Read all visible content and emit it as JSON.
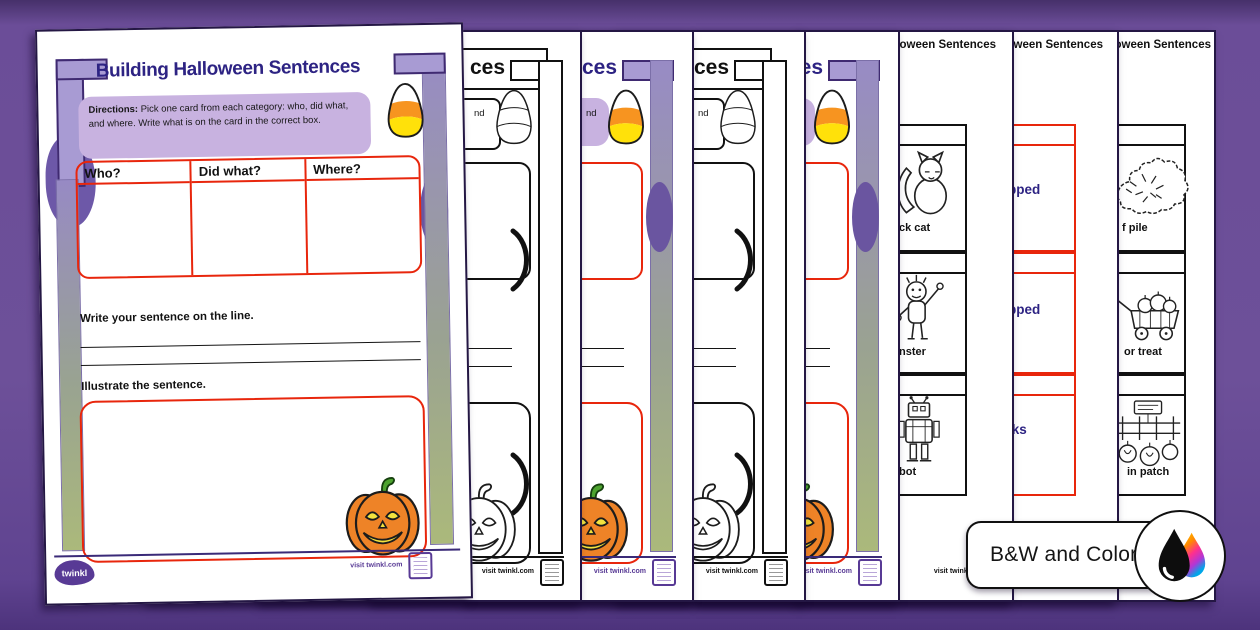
{
  "badge": {
    "label": "B&W and Color"
  },
  "front_page": {
    "title": "Building Halloween Sentences",
    "directions_label": "Directions:",
    "directions_text": " Pick one card from each category: who, did what, and where. Write what is on the card in the correct box.",
    "table_headers": [
      "Who?",
      "Did what?",
      "Where?"
    ],
    "write_prompt": "Write your sentence on the line.",
    "illustrate_prompt": "Illustrate the sentence.",
    "logo_text": "twinkl",
    "visit_text": "visit twinkl.com"
  },
  "stack_pages": {
    "title_fragment": "ces",
    "directions_fragment": "nd",
    "visit_text": "visit twinkl.com"
  },
  "card_pages": {
    "header_fragment": "lloween Sentences",
    "who_labels": [
      "ck cat",
      "nster",
      "bot"
    ],
    "did_header_fragment": "?",
    "did_words": [
      "pped",
      "pped",
      "lks"
    ],
    "where_labels": [
      "f pile",
      "or treat",
      "in patch"
    ],
    "visit_text": "visit twinkl.com"
  },
  "icons": {
    "candy_corn": "candy-corn-icon",
    "pumpkin": "jack-o-lantern-icon",
    "ink_droplets": "ink-droplets-icon",
    "twinkl_logo": "twinkl-cloud-logo"
  },
  "colors": {
    "background_purple": "#6b4d98",
    "title_indigo": "#2d2383",
    "accent_red": "#e8260c",
    "directions_lilac": "#c8b2e0",
    "twinkl_purple": "#583a95",
    "corn_orange": "#f79420",
    "corn_yellow": "#ffe10a",
    "pumpkin_orange": "#ee8327",
    "frame_green": "#aab87a"
  }
}
